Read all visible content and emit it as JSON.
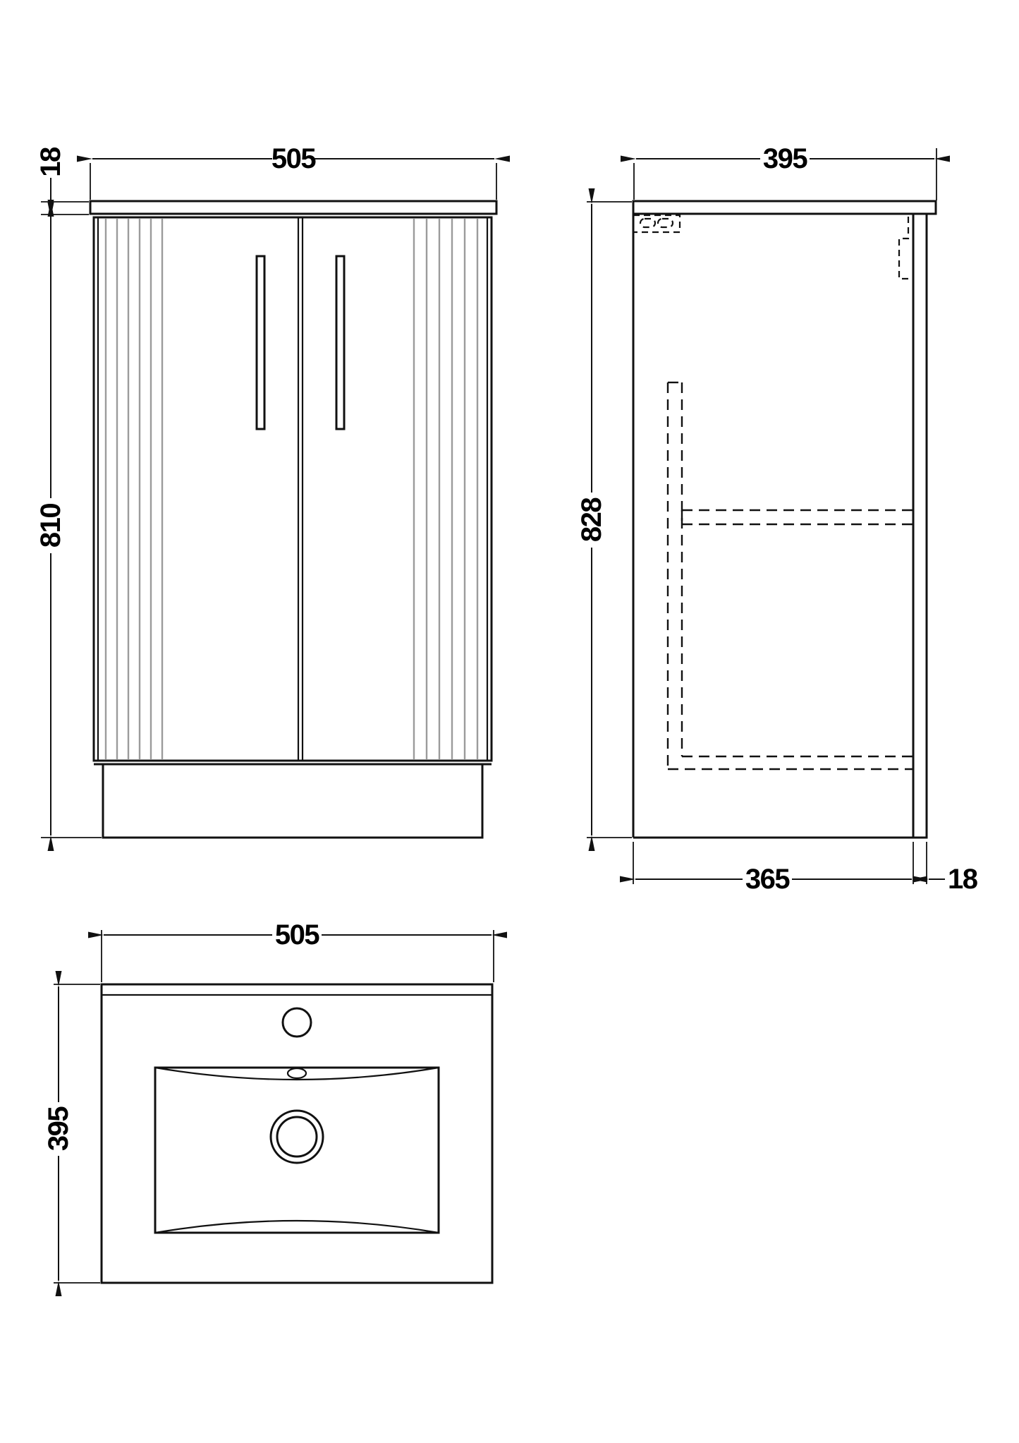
{
  "page": {
    "title": "Vanity unit dimensional technical drawing",
    "background": "#ffffff"
  },
  "colors": {
    "line": "#111111",
    "flute": "#9b9b9b",
    "text": "#000000"
  },
  "views": {
    "front": {
      "name": "front-elevation",
      "dims": {
        "width": "505",
        "height": "810",
        "counter_thickness": "18"
      }
    },
    "side": {
      "name": "side-elevation",
      "dims": {
        "depth": "395",
        "height": "828",
        "carcass_depth": "365",
        "panel_thickness": "18"
      }
    },
    "plan": {
      "name": "plan-view",
      "dims": {
        "width": "505",
        "depth": "395"
      }
    }
  }
}
